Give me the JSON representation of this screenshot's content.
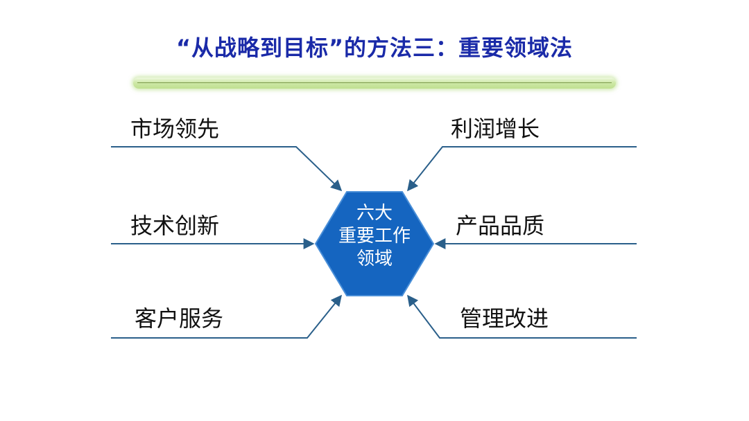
{
  "title": "“从战略到目标”的方法三：重要领域法",
  "center": {
    "lines": [
      "六大",
      "重要工作",
      "领域"
    ],
    "fill": "#1565c0"
  },
  "areas": {
    "left": [
      "市场领先",
      "技术创新",
      "客户服务"
    ],
    "right": [
      "利润增长",
      "产品品质",
      "管理改进"
    ]
  },
  "colors": {
    "title": "#1a2aa8",
    "line": "#2a5f8a",
    "label": "#111111"
  }
}
